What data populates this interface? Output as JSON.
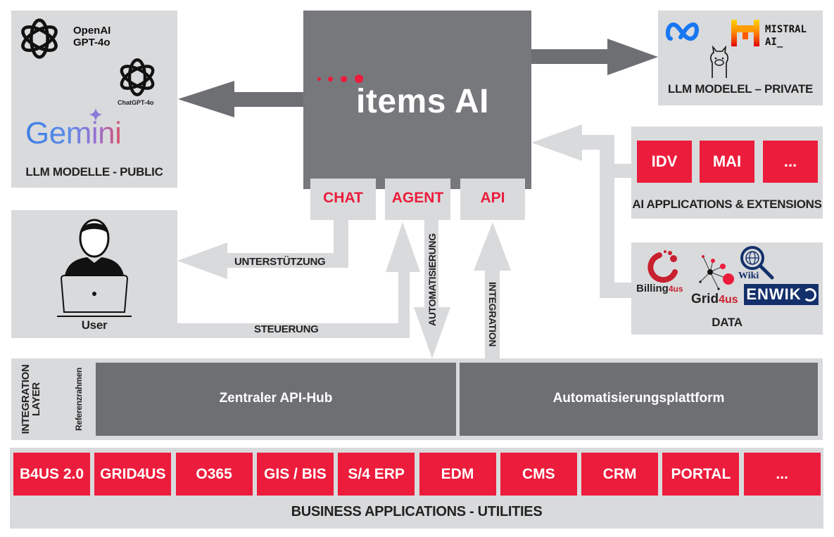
{
  "public_llm": {
    "title": "LLM MODELLE - PUBLIC",
    "openai_label_line1": "OpenAI",
    "openai_label_line2": "GPT-4o",
    "chatgpt_label": "ChatGPT-4o",
    "gemini_label": "Gemini"
  },
  "core": {
    "brand": "items AI",
    "interfaces": [
      "CHAT",
      "AGENT",
      "API"
    ]
  },
  "private_llm": {
    "title": "LLM MODELEL – PRIVATE",
    "mistral_line1": "MISTRAL",
    "mistral_line2": "AI_"
  },
  "ai_apps": {
    "title": "AI APPLICATIONS & EXTENSIONS",
    "items": [
      "IDV",
      "MAI",
      "..."
    ]
  },
  "data_sources": {
    "title": "DATA",
    "billing": "Billing",
    "billing_suffix": "4us",
    "grid": "Grid",
    "grid_suffix": "4us",
    "wiki": "Wiki",
    "enwiko": "ENWIK"
  },
  "user": {
    "label": "User"
  },
  "flows": {
    "support": "UNTERSTÜTZUNG",
    "control": "STEUERUNG",
    "automation": "AUTOMATISIERUNG",
    "integration": "INTEGRATION"
  },
  "integration_layer": {
    "title_line1": "INTEGRATION",
    "title_line2": "LAYER",
    "subtitle": "Referenzrahmen",
    "api_hub": "Zentraler API-Hub",
    "automation_platform": "Automatisierungsplattform"
  },
  "business_apps": {
    "title": "BUSINESS APPLICATIONS - UTILITIES",
    "items": [
      "B4US 2.0",
      "GRID4US",
      "O365",
      "GIS / BIS",
      "S/4 ERP",
      "EDM",
      "CMS",
      "CRM",
      "PORTAL",
      "..."
    ]
  },
  "colors": {
    "accent_red": "#ec1c3c",
    "dark_gray": "#6e6f73",
    "light_gray": "#d9dadc",
    "navy": "#13306b"
  }
}
